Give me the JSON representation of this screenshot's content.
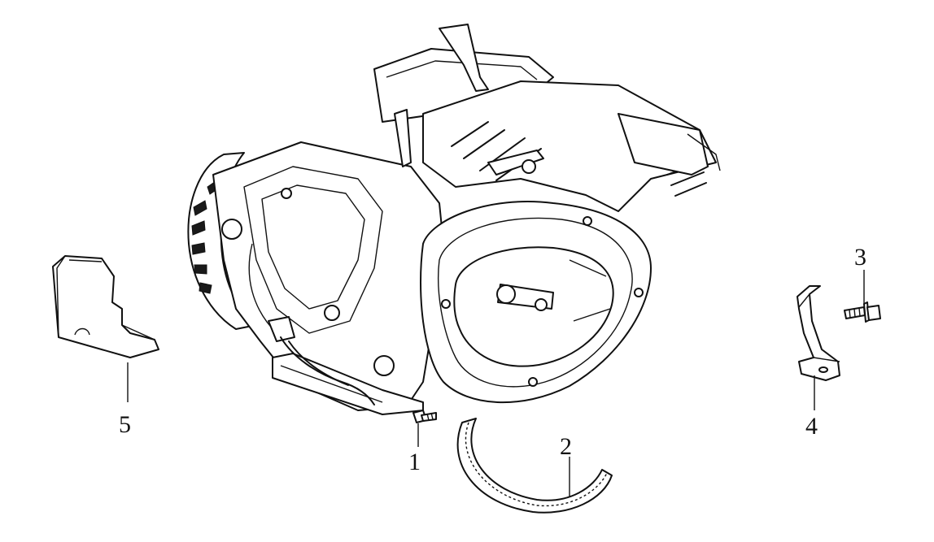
{
  "diagram": {
    "colors": {
      "line": "#111111",
      "background": "#ffffff"
    },
    "parts": [
      {
        "number": "1",
        "icon": "flange-bolt-small"
      },
      {
        "number": "2",
        "icon": "insulating-tube-strip"
      },
      {
        "number": "3",
        "icon": "flange-bolt"
      },
      {
        "number": "4",
        "icon": "mounting-bracket"
      },
      {
        "number": "5",
        "icon": "cover-plate"
      }
    ]
  }
}
